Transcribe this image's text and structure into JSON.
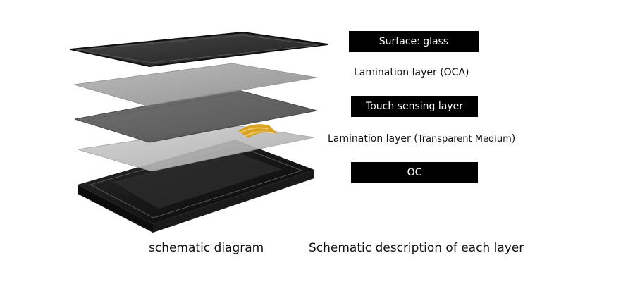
{
  "layers": {
    "surface_glass": "Surface: glass",
    "lamination_oca": "Lamination layer (OCA)",
    "touch_sensing": "Touch sensing layer",
    "lamination_medium_prefix": "Lamination layer (",
    "lamination_medium_inner": "Transparent Medium",
    "lamination_medium_suffix": ")",
    "oc": "OC"
  },
  "captions": {
    "left": "schematic diagram",
    "right": "Schematic description of each layer"
  },
  "colors": {
    "label_box_bg": "#000000",
    "label_box_text": "#ffffff",
    "fpc_gold": "#d8a428"
  }
}
